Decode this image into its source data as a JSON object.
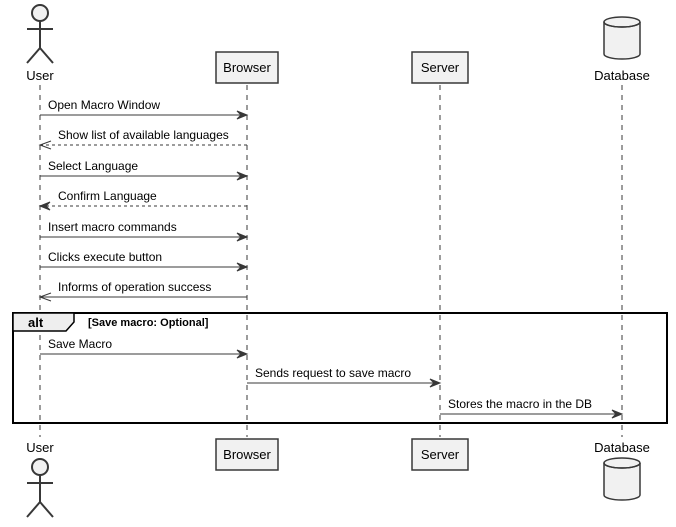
{
  "participants": [
    {
      "id": "user",
      "label": "User",
      "kind": "actor"
    },
    {
      "id": "browser",
      "label": "Browser",
      "kind": "box"
    },
    {
      "id": "server",
      "label": "Server",
      "kind": "box"
    },
    {
      "id": "database",
      "label": "Database",
      "kind": "database"
    }
  ],
  "messages": [
    {
      "from": "user",
      "to": "browser",
      "label": "Open Macro Window",
      "style": "solid"
    },
    {
      "from": "browser",
      "to": "user",
      "label": "Show list of available languages",
      "style": "dashed-open"
    },
    {
      "from": "user",
      "to": "browser",
      "label": "Select Language",
      "style": "solid"
    },
    {
      "from": "browser",
      "to": "user",
      "label": "Confirm Language",
      "style": "dashed"
    },
    {
      "from": "user",
      "to": "browser",
      "label": "Insert macro commands",
      "style": "solid"
    },
    {
      "from": "user",
      "to": "browser",
      "label": "Clicks execute button",
      "style": "solid"
    },
    {
      "from": "browser",
      "to": "user",
      "label": "Informs of operation success",
      "style": "solid-open"
    },
    {
      "from": "user",
      "to": "browser",
      "label": "Save Macro",
      "style": "solid"
    },
    {
      "from": "browser",
      "to": "server",
      "label": "Sends request to save macro",
      "style": "solid"
    },
    {
      "from": "server",
      "to": "database",
      "label": "Stores the macro in the DB",
      "style": "solid"
    }
  ],
  "fragment": {
    "keyword": "alt",
    "condition": "[Save macro: Optional]"
  },
  "colors": {
    "line": "#383838",
    "box_fill": "#f1f1f1",
    "frame": "#000000"
  }
}
